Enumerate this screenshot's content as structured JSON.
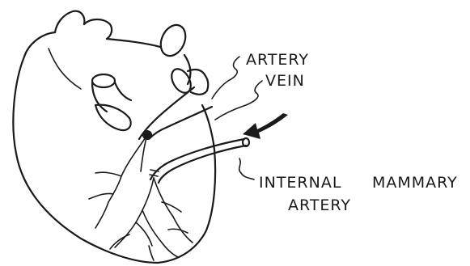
{
  "labels": {
    "artery": "ARTERY",
    "vein": "VEIN",
    "internal_line1": "INTERNAL",
    "internal_line2": "MAMMARY",
    "internal_line3": "ARTERY"
  },
  "colors": {
    "ink": "#1a1a1a",
    "background": "#ffffff"
  }
}
